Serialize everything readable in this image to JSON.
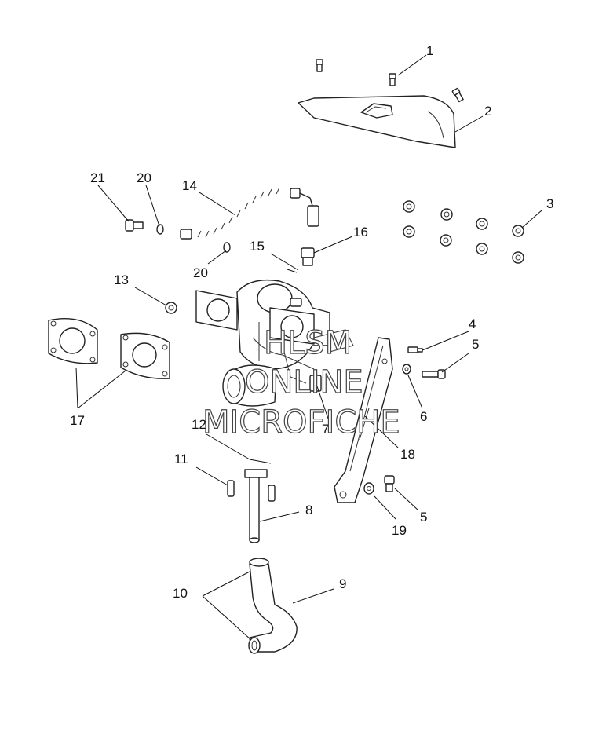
{
  "callouts": {
    "c1": "1",
    "c2": "2",
    "c3": "3",
    "c4": "4",
    "c5a": "5",
    "c5b": "5",
    "c6": "6",
    "c7": "7",
    "c8": "8",
    "c9": "9",
    "c10": "10",
    "c11": "11",
    "c12": "12",
    "c13": "13",
    "c14": "14",
    "c15": "15",
    "c16": "16",
    "c17": "17",
    "c18": "18",
    "c19": "19",
    "c20a": "20",
    "c20b": "20",
    "c21": "21"
  },
  "watermark": {
    "line1": "HLSM",
    "line2": "ONLINE",
    "line3": "MICROFICHE"
  },
  "colors": {
    "line": "#222222",
    "background": "#ffffff"
  }
}
